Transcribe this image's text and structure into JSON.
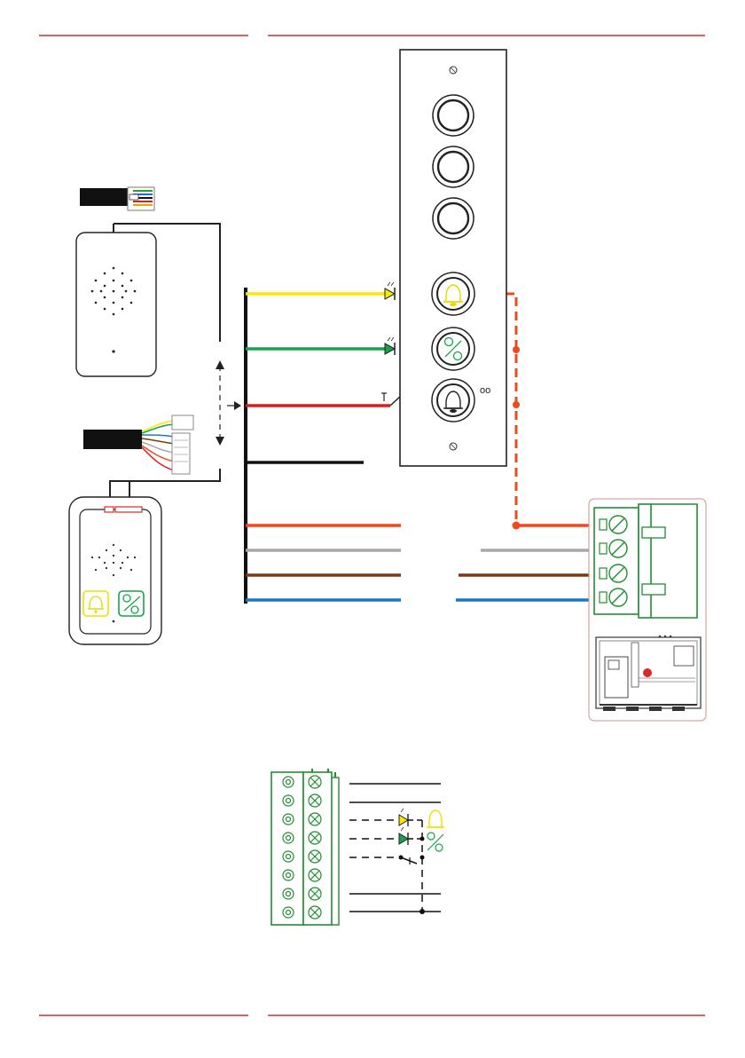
{
  "page": {
    "accent_color": "#d62b2b"
  },
  "panel": {
    "buttons": [
      "plain-button",
      "plain-button",
      "plain-button",
      "bell-call-button",
      "door-release-button",
      "bell-button"
    ],
    "bell_marker": "oo"
  },
  "wires": [
    {
      "color": "#f7ea00",
      "name": "yellow"
    },
    {
      "color": "#16a34a",
      "name": "green"
    },
    {
      "color": "#e01b1b",
      "name": "red"
    },
    {
      "color": "#111111",
      "name": "black"
    },
    {
      "color": "#ee4a1e",
      "name": "orange"
    },
    {
      "color": "#a8a8a8",
      "name": "grey"
    },
    {
      "color": "#7a3a14",
      "name": "brown"
    },
    {
      "color": "#1878c8",
      "name": "blue"
    }
  ],
  "icons": [
    "bell-icon",
    "door-key-icon",
    "led-icon",
    "switch-icon",
    "screw-terminal-icon",
    "speaker-grille-icon",
    "connector-icon"
  ]
}
